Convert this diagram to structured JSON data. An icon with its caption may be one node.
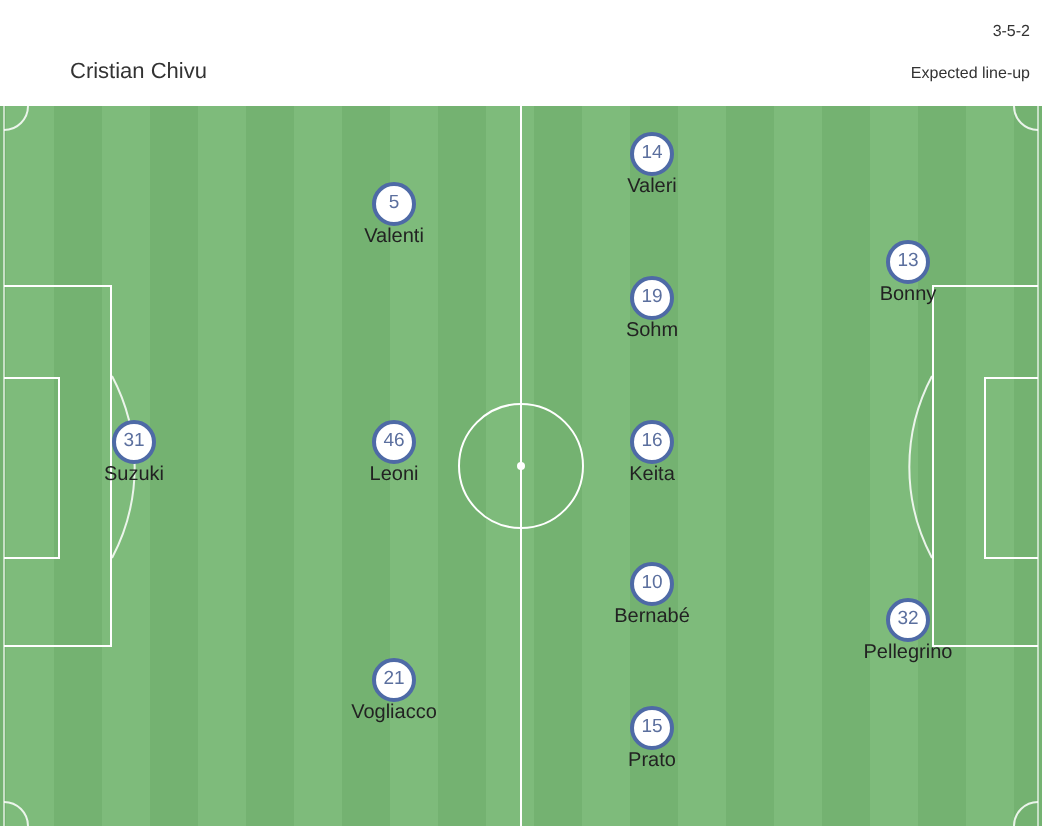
{
  "diagram": {
    "nodes": [
      {
        "text": [
          "31"
        ],
        "beside": [
          "Suzuki"
        ]
      },
      {
        "text": [
          "5"
        ],
        "beside": [
          "Valenti"
        ]
      },
      {
        "text": [
          "46"
        ],
        "beside": [
          "Leoni"
        ]
      },
      {
        "text": [
          "21"
        ],
        "beside": [
          "Vogliacco"
        ]
      },
      {
        "text": [
          "14"
        ],
        "beside": [
          "Valeri"
        ]
      },
      {
        "text": [
          "19"
        ],
        "beside": [
          "Sohm"
        ]
      },
      {
        "text": [
          "16"
        ],
        "beside": [
          "Keita"
        ]
      },
      {
        "text": [
          "10"
        ],
        "beside": [
          "Bernabé"
        ]
      },
      {
        "text": [
          "15"
        ],
        "beside": [
          "Prato"
        ]
      },
      {
        "text": [
          "13"
        ],
        "beside": [
          "Bonny"
        ]
      },
      {
        "text": [
          "32"
        ],
        "beside": [
          "Pellegrino"
        ]
      }
    ],
    "labels": [
      "3-5-2",
      "Cristian Chivu",
      "Expected line-up"
    ]
  }
}
